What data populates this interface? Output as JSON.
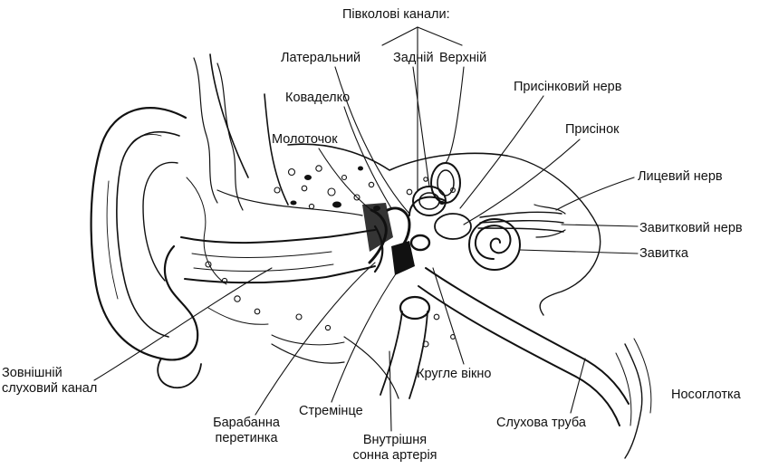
{
  "labels": {
    "semicircular_canals": "Півколові канали:",
    "lateral": "Латеральний",
    "posterior": "Задній",
    "superior": "Верхній",
    "incus": "Коваделко",
    "malleus": "Молоточок",
    "vestibular_nerve": "Присінковий нерв",
    "vestibule": "Присінок",
    "facial_nerve": "Лицевий нерв",
    "cochlear_nerve": "Завитковий нерв",
    "cochlea": "Завитка",
    "external_canal_line1": "Зовнішній",
    "external_canal_line2": "слуховий канал",
    "round_window": "Кругле вікно",
    "nasopharynx": "Носоглотка",
    "stapes": "Стремінце",
    "eardrum_line1": "Барабанна",
    "eardrum_line2": "перетинка",
    "eustachian_tube": "Слухова труба",
    "carotid_line1": "Внутрішня",
    "carotid_line2": "сонна артерія"
  },
  "colors": {
    "ink": "#111111",
    "paper": "#ffffff"
  }
}
